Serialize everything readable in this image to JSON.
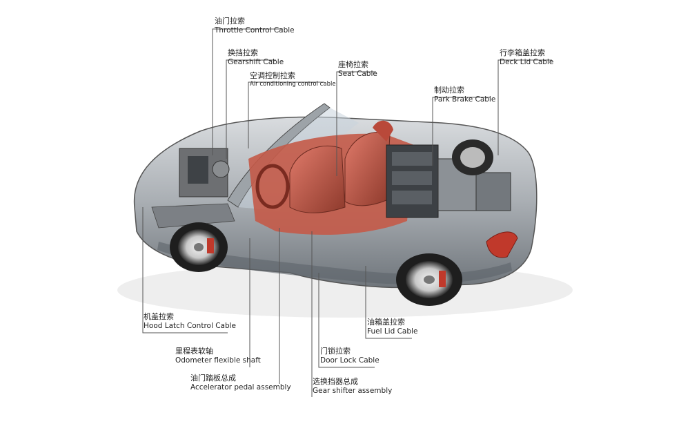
{
  "callouts": {
    "throttle": {
      "zh": "油门拉索",
      "en": "Throttle Control Cable"
    },
    "gearshift": {
      "zh": "换挡拉索",
      "en": "Gearshift Cable"
    },
    "aircon": {
      "zh": "空调控制拉索",
      "en": "Air conditioning control cable"
    },
    "seat": {
      "zh": "座椅拉索",
      "en": "Seat Cable"
    },
    "park_brake": {
      "zh": "制动拉索",
      "en": "Park Brake Cable"
    },
    "deck_lid": {
      "zh": "行李箱盖拉索",
      "en": "Deck Lid Cable"
    },
    "hood_latch": {
      "zh": "机盖拉索",
      "en": "Hood Latch Control Cable"
    },
    "odometer": {
      "zh": "里程表软轴",
      "en": "Odometer flexible shaft"
    },
    "accelerator": {
      "zh": "油门踏板总成",
      "en": "Accelerator pedal assembly"
    },
    "fuel_lid": {
      "zh": "油箱盖拉索",
      "en": "Fuel Lid Cable"
    },
    "door_lock": {
      "zh": "门锁拉索",
      "en": "Door Lock Cable"
    },
    "gear_shifter": {
      "zh": "选换挡器总成",
      "en": "Gear shifter assembly"
    }
  }
}
